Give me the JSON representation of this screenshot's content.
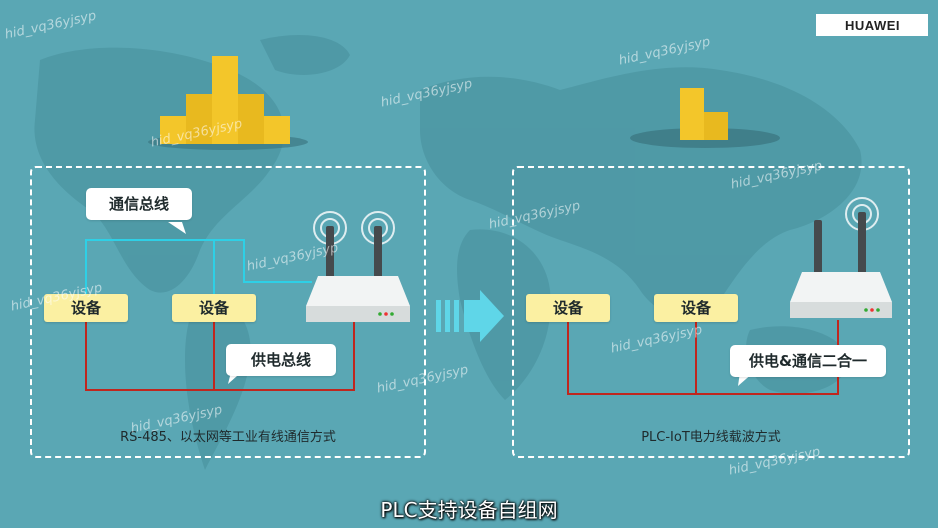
{
  "brand": {
    "name": "HUAWEI",
    "logo_icon": "huawei-petal-logo-icon",
    "logo_color": "#cf0a2c"
  },
  "watermark": "hid_vq36yjsyp",
  "left_panel": {
    "comm_bus_label": "通信总线",
    "power_bus_label": "供电总线",
    "devices": [
      "设备",
      "设备"
    ],
    "caption": "RS-485、以太网等工业有线通信方式"
  },
  "right_panel": {
    "combined_label": "供电&通信二合一",
    "devices": [
      "设备",
      "设备"
    ],
    "caption": "PLC-IoT电力线载波方式"
  },
  "subtitle": "PLC支持设备自组网",
  "colors": {
    "background": "#5aa7b4",
    "device_box": "#fbf0a2",
    "comm_line": "#2ed0e6",
    "power_line": "#c0261e",
    "coin": "#f3c62a",
    "arrow": "#5fd6e8"
  }
}
